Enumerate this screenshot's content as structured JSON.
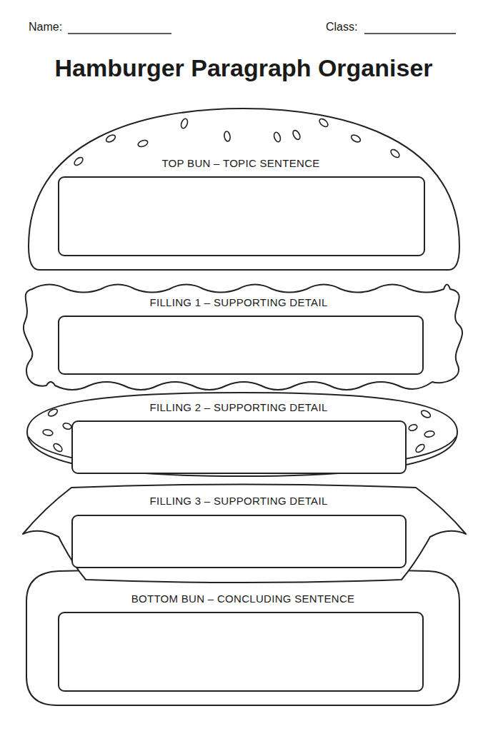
{
  "diagram": {
    "title": "Hamburger Paragraph Organiser",
    "nodes": [
      {
        "text": [
          "TOP BUN – TOPIC SENTENCE"
        ]
      },
      {
        "text": [
          "FILLING 1 – SUPPORTING DETAIL"
        ]
      },
      {
        "text": [
          "FILLING 2 – SUPPORTING DETAIL"
        ]
      },
      {
        "text": [
          "FILLING 3 – SUPPORTING DETAIL"
        ]
      },
      {
        "text": [
          "BOTTOM BUN – CONCLUDING SENTENCE"
        ]
      }
    ],
    "labels": [
      "Name:",
      "Class:"
    ]
  }
}
